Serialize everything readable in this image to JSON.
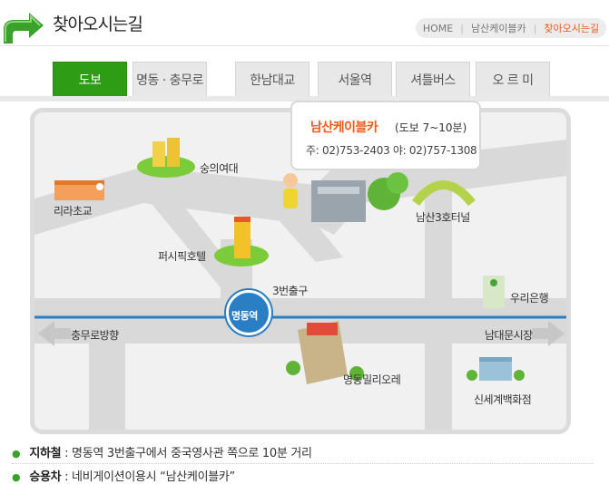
{
  "header": {
    "title": "찾아오시는길",
    "breadcrumb": [
      "HOME",
      "남산케이블카",
      "찾아오시는길"
    ]
  },
  "tabs": [
    {
      "label": "도보",
      "active": true
    },
    {
      "label": "명동 · 충무로",
      "active": false
    },
    {
      "label": "한남대교",
      "active": false
    },
    {
      "label": "서울역",
      "active": false
    },
    {
      "label": "셔틀버스",
      "active": false
    },
    {
      "label": "오 르 미",
      "active": false
    }
  ],
  "map": {
    "info": {
      "name": "남산케이블카",
      "time": "(도보 7~10분)",
      "phone": "주: 02)753-2403   야: 02)757-1308"
    },
    "labels": {
      "school": "리라초교",
      "university": "숭의여대",
      "hotel": "퍼시픽호텔",
      "tunnel": "남산3호터널",
      "exit": "3번출구",
      "station": "명동역",
      "bank": "우리은행",
      "left_dir": "충무로방향",
      "right_dir": "남대문시장",
      "mall": "명동밀리오레",
      "dept": "신세계백화점"
    }
  },
  "footer": {
    "subway_label": "지하철",
    "subway_text": " : 명동역 3번출구에서 중국영사관 쪽으로 10분 거리",
    "car_label": "승용차",
    "car_text": " : 네비게이션이용시 “남산케이블카”"
  },
  "colors": {
    "accent": "#2f9c16",
    "highlight": "#ee5a1a",
    "subway_line": "#2a7fc4"
  }
}
